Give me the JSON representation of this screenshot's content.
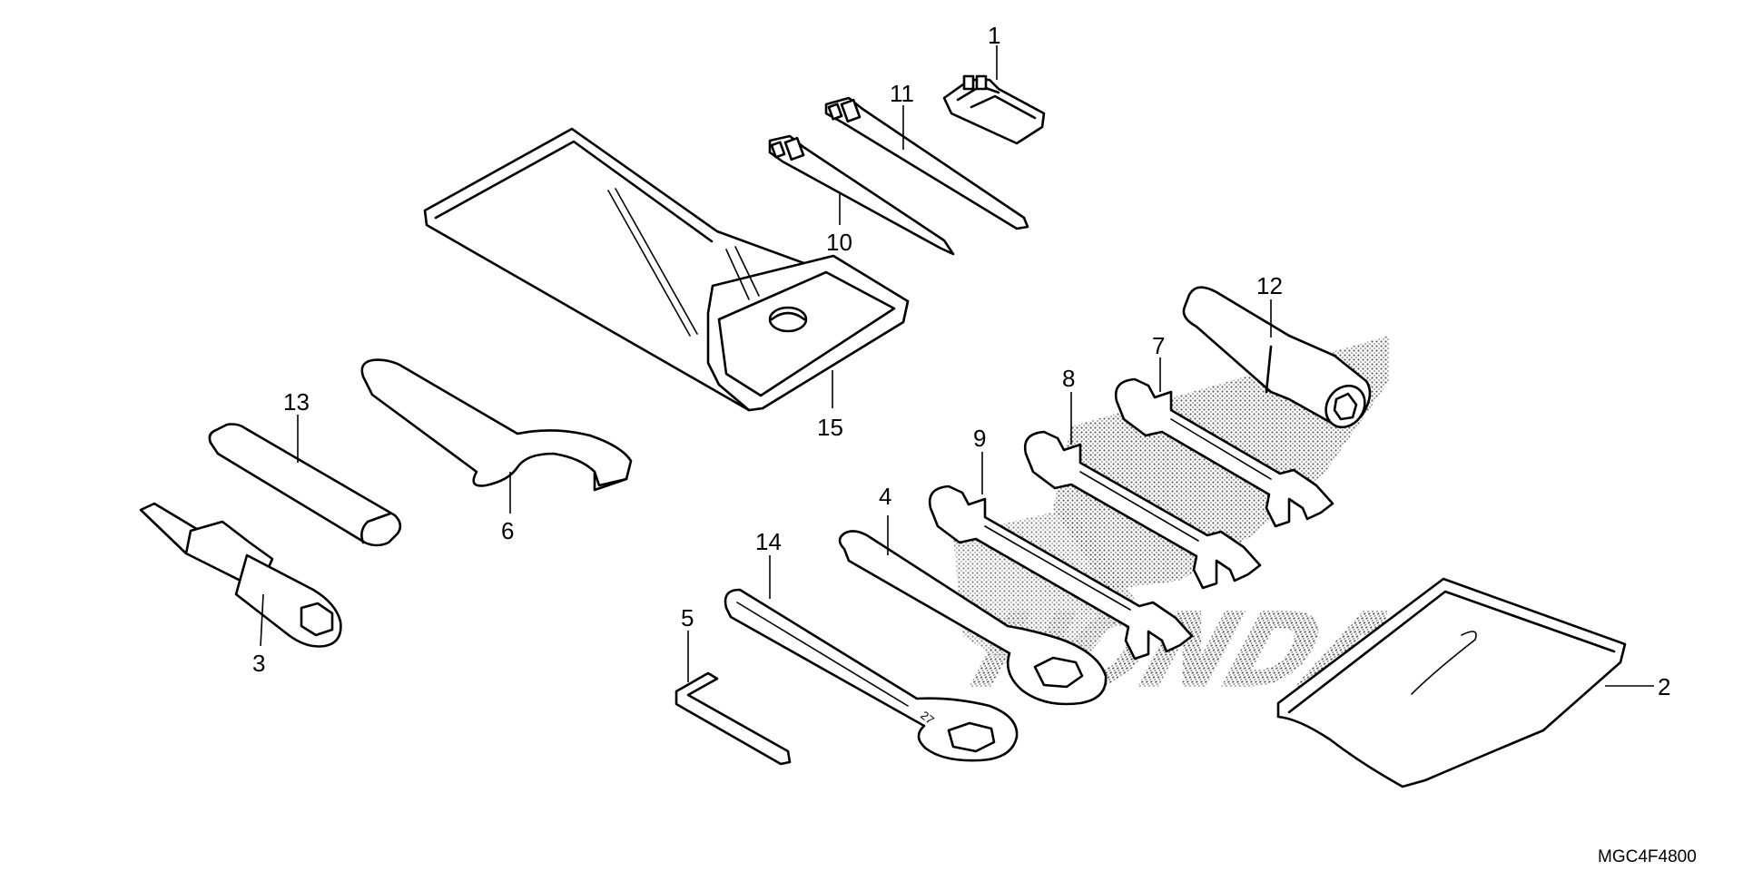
{
  "diagram": {
    "watermark": "HONDA",
    "drawing_code": "MGC4F4800",
    "parts": [
      {
        "id": "part-1",
        "callout": "1"
      },
      {
        "id": "part-2",
        "callout": "2"
      },
      {
        "id": "part-3",
        "callout": "3"
      },
      {
        "id": "part-4",
        "callout": "4"
      },
      {
        "id": "part-5",
        "callout": "5"
      },
      {
        "id": "part-6",
        "callout": "6"
      },
      {
        "id": "part-7",
        "callout": "7"
      },
      {
        "id": "part-8",
        "callout": "8"
      },
      {
        "id": "part-9",
        "callout": "9"
      },
      {
        "id": "part-10",
        "callout": "10"
      },
      {
        "id": "part-11",
        "callout": "11"
      },
      {
        "id": "part-12",
        "callout": "12"
      },
      {
        "id": "part-13",
        "callout": "13"
      },
      {
        "id": "part-14",
        "callout": "14"
      },
      {
        "id": "part-15",
        "callout": "15"
      }
    ],
    "wrench_stamps": {
      "box_wrench": "27"
    }
  }
}
